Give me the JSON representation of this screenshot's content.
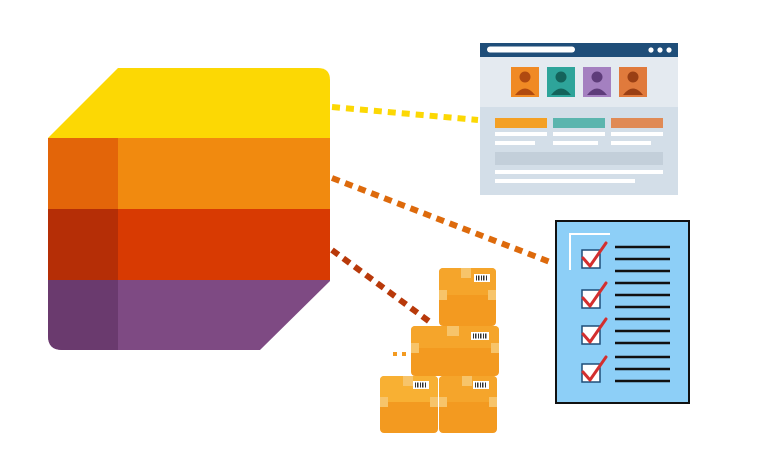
{
  "illustration": {
    "icon": "microsoft-lists-logo",
    "connected_items": [
      "webpage-with-people",
      "checklist",
      "stacked-boxes"
    ]
  },
  "colors": {
    "yellow": "#FCD804",
    "orange": "#F18A0F",
    "orange_dark": "#E36509",
    "red": "#D83A02",
    "red_dark": "#B52E06",
    "purple": "#7E4A83",
    "purple_dark": "#6A3A6E",
    "browser_bar": "#1F4E79",
    "browser_body": "#D3DEE8",
    "clipboard": "#8DCFF7",
    "check": "#D32F2F",
    "box": "#F5A623"
  }
}
